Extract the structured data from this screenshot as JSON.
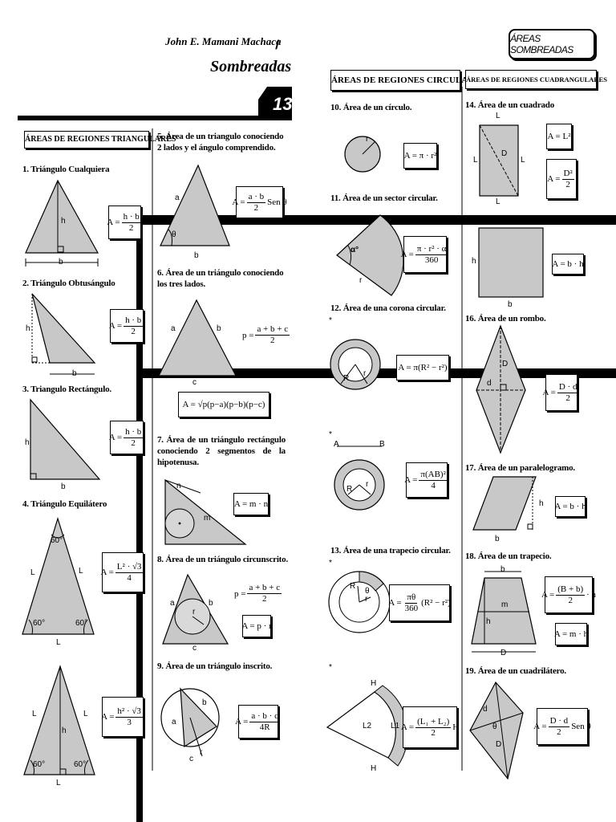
{
  "header": {
    "author": "John E. Mamani Machaca",
    "glyph": "ꞁ",
    "subtitle": "Sombreadas",
    "badge": "ÁREAS SOMBREADAS",
    "page_number": "13"
  },
  "column_headers": {
    "triangular": "ÁREAS DE REGIONES TRIANGULARES",
    "circular": "ÁREAS DE REGIONES CIRCULARES",
    "quadrangular": "ÁREAS DE REGIONES CUADRANGULARES"
  },
  "sections": {
    "s1": "1. Triángulo Cualquiera",
    "s2": "2. Triángulo Obtusángulo",
    "s3": "3. Triangulo Rectángulo.",
    "s4": "4. Triángulo Equilátero",
    "s5": "5. Área de un triangulo conociendo 2 lados y el ángulo comprendido.",
    "s6": "6. Área de un triángulo conociendo los tres lados.",
    "s7": "7. Área de un triángulo rectángulo conociendo 2 segmentos de la hipotenusa.",
    "s8": "8. Área de un triángulo circunscrito.",
    "s9": "9. Área de un triángulo inscrito.",
    "s10": "10. Área de un círculo.",
    "s11": "11. Área de un sector circular.",
    "s12": "12. Área de una corona circular.",
    "s13": "13. Área de una trapecio circular.",
    "s14": "14. Área de un cuadrado",
    "s16": "16. Área de un rombo.",
    "s17": "17. Área de un paralelogramo.",
    "s18": "18. Área de un trapecio.",
    "s19": "19. Área de un cuadrilátero."
  },
  "formulas": {
    "f1": {
      "lhs": "A =",
      "num": "h · b",
      "den": "2"
    },
    "f2": {
      "lhs": "A =",
      "num": "h · b",
      "den": "2"
    },
    "f3": {
      "lhs": "A =",
      "num": "h · b",
      "den": "2"
    },
    "f4": {
      "lhs": "A =",
      "num": "L² · √3",
      "den": "4"
    },
    "f4b": {
      "lhs": "A =",
      "num": "h² · √3",
      "den": "3"
    },
    "f5": {
      "lhs": "A =",
      "num": "a · b",
      "den": "2",
      "tail": "Sen θ"
    },
    "f6p": {
      "lhs": "p =",
      "num": "a + b + c",
      "den": "2"
    },
    "f6": "A = √p(p−a)(p−b)(p−c)",
    "f7": "A = m · n",
    "f8p": {
      "lhs": "p =",
      "num": "a + b + c",
      "den": "2"
    },
    "f8": "A = p · r",
    "f9": {
      "lhs": "A =",
      "num": "a · b · c",
      "den": "4R"
    },
    "f10": "A = π · r²",
    "f11": {
      "lhs": "A =",
      "num": "π · r² · α",
      "den": "360"
    },
    "f12": "A = π(R² − r²)",
    "f12b": {
      "lhs": "A =",
      "num": "π(AB)²",
      "den": "4"
    },
    "f13": {
      "lhs": "A =",
      "num": "πθ",
      "den": "360",
      "tail": "(R² − r²)"
    },
    "f13b": {
      "lhs": "A =",
      "num": "(L₁ + L₂)",
      "den": "2",
      "tail": "H"
    },
    "f14": "A = L²",
    "f14b": {
      "lhs": "A =",
      "num": "D²",
      "den": "2"
    },
    "f15": "A = b · h",
    "f16": {
      "lhs": "A =",
      "num": "D · d",
      "den": "2"
    },
    "f17": "A = b · h",
    "f18": {
      "lhs": "A =",
      "num": "(B + b)",
      "den": "2",
      "tail": "· h"
    },
    "f18b": "A = m · h",
    "f19": {
      "lhs": "A =",
      "num": "D · d",
      "den": "2",
      "tail": "Sen θ"
    }
  },
  "labels": {
    "h": "h",
    "b": "b",
    "L": "L",
    "a": "a",
    "c": "c",
    "m": "m",
    "n": "n",
    "r": "r",
    "R": "R",
    "D": "D",
    "d": "d",
    "B": "B",
    "A": "A",
    "H": "H",
    "L1": "L1",
    "L2": "L2",
    "theta": "θ",
    "alpha": "α°",
    "deg60": "60°",
    "star": "*"
  },
  "colors": {
    "shape_fill": "#c8c8c8",
    "ink": "#000000",
    "background": "#ffffff"
  }
}
